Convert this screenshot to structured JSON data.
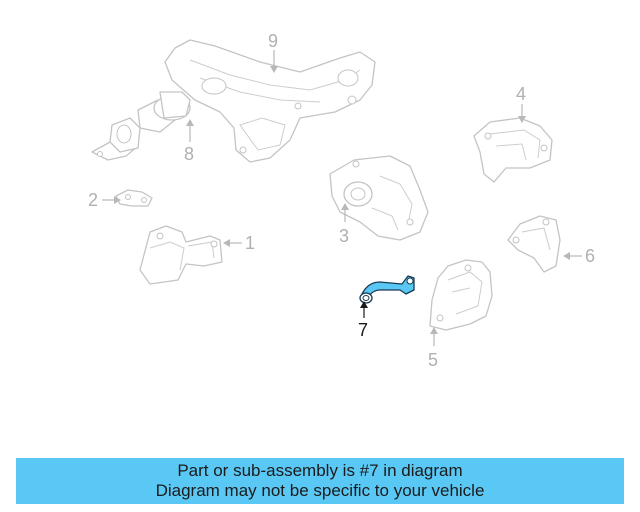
{
  "diagram": {
    "highlight_color": "#5ac8f5",
    "callouts": {
      "c1": "1",
      "c2": "2",
      "c3": "3",
      "c4": "4",
      "c5": "5",
      "c6": "6",
      "c7": "7",
      "c8": "8",
      "c9": "9"
    },
    "highlighted_part": "7"
  },
  "banner": {
    "line1": "Part or sub-assembly is #7 in diagram",
    "line2": "Diagram may not be specific to your vehicle",
    "background": "#5ac8f5"
  }
}
